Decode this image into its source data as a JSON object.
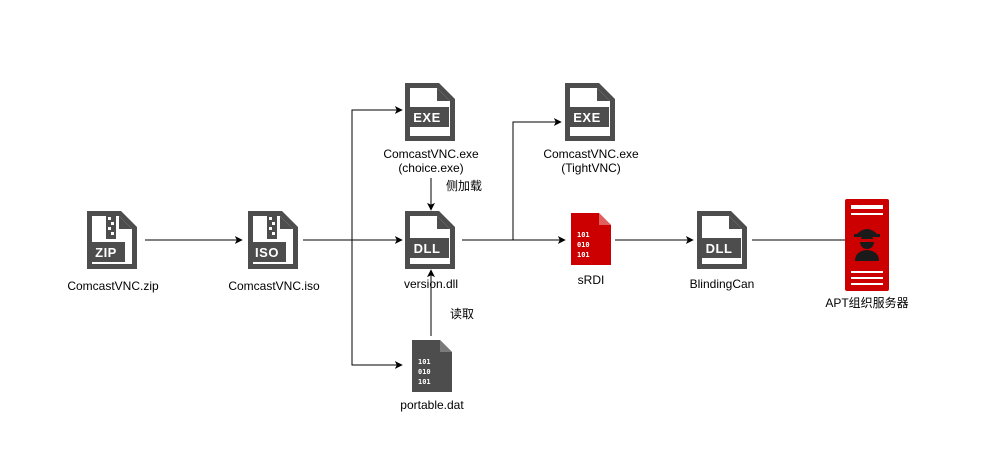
{
  "nodes": {
    "zip": {
      "label": "ComcastVNC.zip",
      "badge": "ZIP"
    },
    "iso": {
      "label": "ComcastVNC.iso",
      "badge": "ISO"
    },
    "choice_exe": {
      "label_line1": "ComcastVNC.exe",
      "label_line2": "(choice.exe)",
      "badge": "EXE"
    },
    "version_dll": {
      "label": "version.dll",
      "badge": "DLL"
    },
    "portable_dat": {
      "label": "portable.dat",
      "bits": [
        "101",
        "010",
        "101"
      ]
    },
    "tightvnc_exe": {
      "label_line1": "ComcastVNC.exe",
      "label_line2": "(TightVNC)",
      "badge": "EXE"
    },
    "srdi": {
      "label": "sRDI",
      "bits": [
        "101",
        "010",
        "101"
      ]
    },
    "blindingcan": {
      "label": "BlindingCan",
      "badge": "DLL"
    },
    "apt_server": {
      "label": "APT组织服务器"
    }
  },
  "edges": {
    "sideload_label": "侧加载",
    "read_label": "读取"
  },
  "colors": {
    "icon_gray": "#4d4d4d",
    "red": "#cc0000",
    "line": "#000000"
  },
  "icons": {
    "zip": "zip-file-icon",
    "iso": "iso-file-icon",
    "exe": "exe-file-icon",
    "dll": "dll-file-icon",
    "binary": "binary-file-icon",
    "server": "hacker-server-icon"
  }
}
